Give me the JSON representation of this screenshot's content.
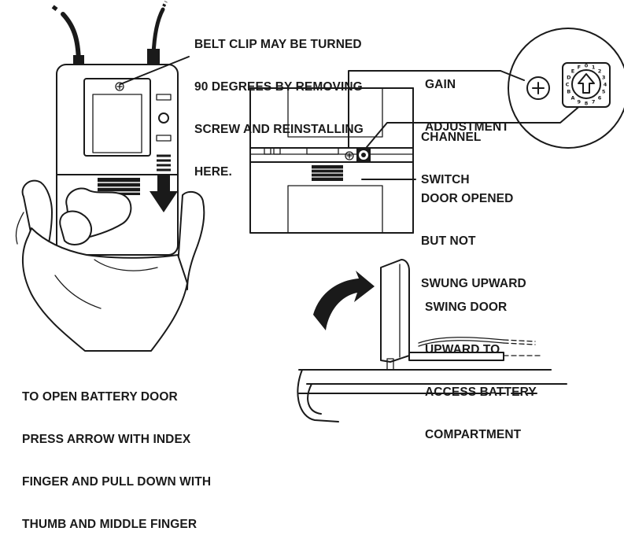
{
  "callouts": {
    "belt_clip": [
      "BELT CLIP MAY BE TURNED",
      "90 DEGREES BY REMOVING",
      "SCREW AND REINSTALLING",
      "HERE."
    ],
    "gain": [
      "GAIN",
      "ADJUSTMENT"
    ],
    "channel": [
      "CHANNEL",
      "SWITCH"
    ],
    "door_opened": [
      "DOOR OPENED",
      "BUT NOT",
      "SWUNG UPWARD"
    ],
    "swing_door": [
      "SWING DOOR",
      "UPWARD TO",
      "ACCESS BATTERY",
      "COMPARTMENT"
    ],
    "open_battery": [
      "TO OPEN BATTERY DOOR",
      "PRESS ARROW WITH INDEX",
      "FINGER AND PULL DOWN WITH",
      "THUMB AND MIDDLE FINGER"
    ]
  },
  "dial_digits": [
    "0",
    "1",
    "2",
    "3",
    "4",
    "5",
    "6",
    "7",
    "8",
    "9",
    "A",
    "B",
    "C",
    "D",
    "E",
    "F"
  ]
}
